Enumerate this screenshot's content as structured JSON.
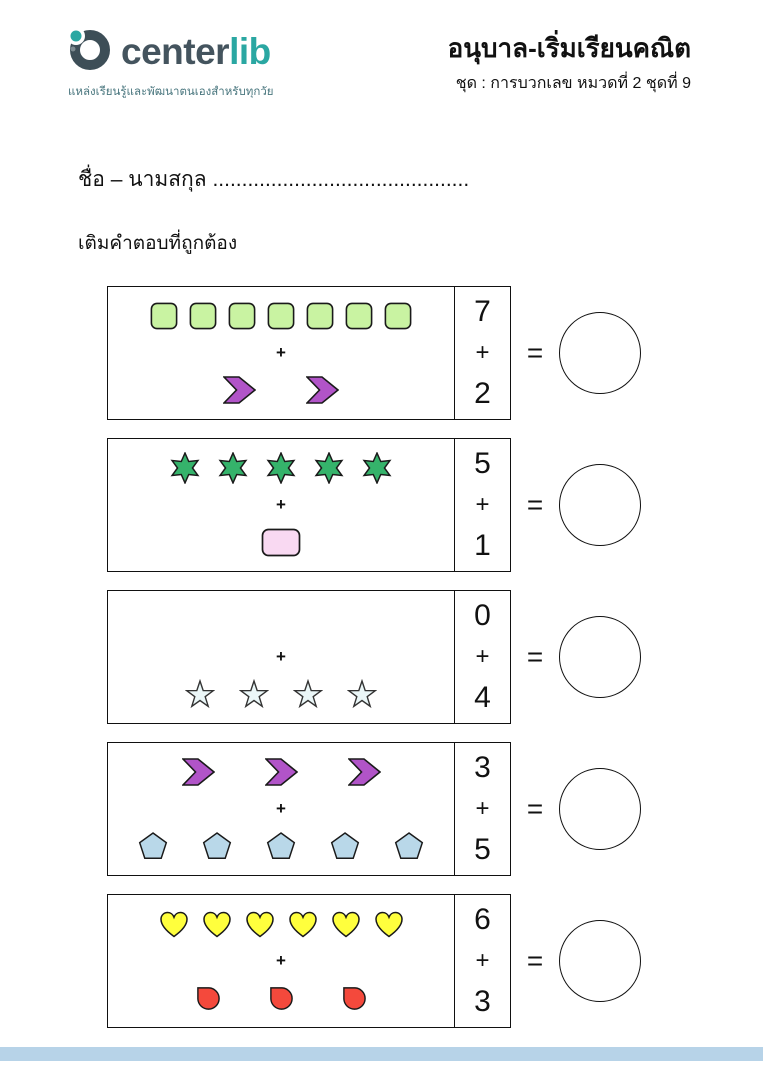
{
  "header": {
    "brand_center": "center",
    "brand_lib": "lib",
    "tagline": "แหล่งเรียนรู้และพัฒนาตนเองสำหรับทุกวัย",
    "title": "อนุบาล-เริ่มเรียนคณิต",
    "subtitle": "ชุด : การบวกเลข หมวดที่ 2 ชุดที่ 9"
  },
  "worksheet": {
    "name_label": "ชื่อ – นามสกุล",
    "name_dots": "............................................",
    "instruction": "เติมคำตอบที่ถูกต้อง"
  },
  "colors": {
    "brand_teal": "#2aa7a2",
    "brand_dark": "#44545e",
    "footer_bar": "#b7d3e8",
    "outline": "#1a1a1a",
    "square_fill": "#c9f3a2",
    "chevron_fill": "#b154c8",
    "star6_fill": "#35b36b",
    "rect_fill": "#f9d9f2",
    "star5_fill": "#ebf7f8",
    "pentagon_fill": "#b9d8e9",
    "heart_fill": "#ffff3d",
    "drop_fill": "#f4493c"
  },
  "problems": [
    {
      "a": "7",
      "op": "+",
      "b": "2",
      "eq": "=",
      "top": {
        "shape": "square",
        "count": 7
      },
      "bottom": {
        "shape": "chevron",
        "count": 2
      }
    },
    {
      "a": "5",
      "op": "+",
      "b": "1",
      "eq": "=",
      "top": {
        "shape": "star6",
        "count": 5
      },
      "bottom": {
        "shape": "rect",
        "count": 1
      }
    },
    {
      "a": "0",
      "op": "+",
      "b": "4",
      "eq": "=",
      "top": {
        "shape": "none",
        "count": 0
      },
      "bottom": {
        "shape": "star5",
        "count": 4
      }
    },
    {
      "a": "3",
      "op": "+",
      "b": "5",
      "eq": "=",
      "top": {
        "shape": "chevron",
        "count": 3
      },
      "bottom": {
        "shape": "pentagon",
        "count": 5
      }
    },
    {
      "a": "6",
      "op": "+",
      "b": "3",
      "eq": "=",
      "top": {
        "shape": "heart",
        "count": 6
      },
      "bottom": {
        "shape": "drop",
        "count": 3
      }
    }
  ]
}
